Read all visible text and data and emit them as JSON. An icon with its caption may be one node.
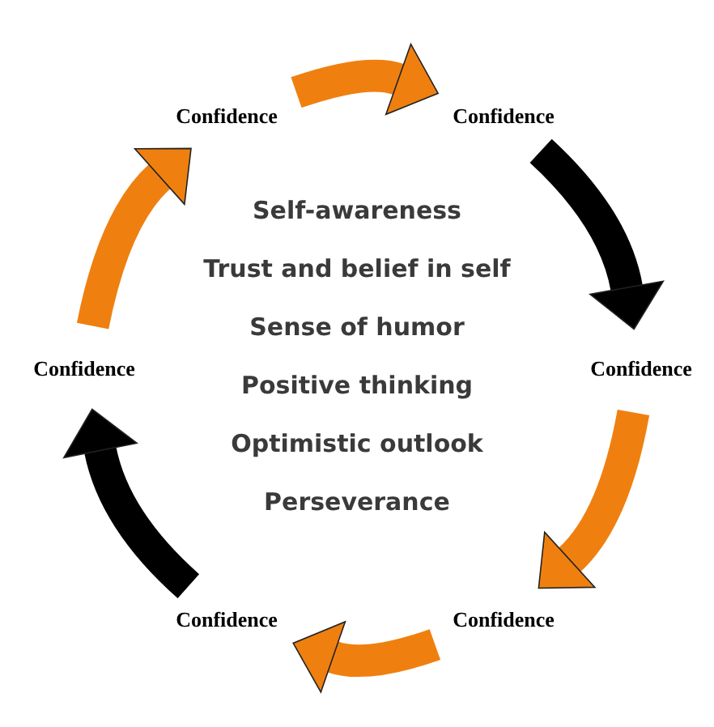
{
  "diagram": {
    "nodes": [
      {
        "text": [
          "Confidence"
        ]
      },
      {
        "text": [
          "Confidence"
        ]
      },
      {
        "text": [
          "Confidence"
        ]
      },
      {
        "text": [
          "Confidence"
        ]
      },
      {
        "text": [
          "Confidence"
        ]
      },
      {
        "text": [
          "Confidence"
        ]
      }
    ],
    "edges": [
      {
        "from": 0,
        "to": 1,
        "arrow": "to"
      },
      {
        "from": 1,
        "to": 3,
        "arrow": "to",
        "color": "#000000"
      },
      {
        "from": 3,
        "to": 5,
        "arrow": "to"
      },
      {
        "from": 5,
        "to": 4,
        "arrow": "to"
      },
      {
        "from": 4,
        "to": 2,
        "arrow": "to",
        "color": "#000000"
      },
      {
        "from": 2,
        "to": 0,
        "arrow": "to"
      }
    ],
    "labels": [
      "Self-awareness",
      "Trust and belief in self",
      "Sense of humor",
      "Positive thinking",
      "Optimistic outlook",
      "Perseverance"
    ]
  }
}
